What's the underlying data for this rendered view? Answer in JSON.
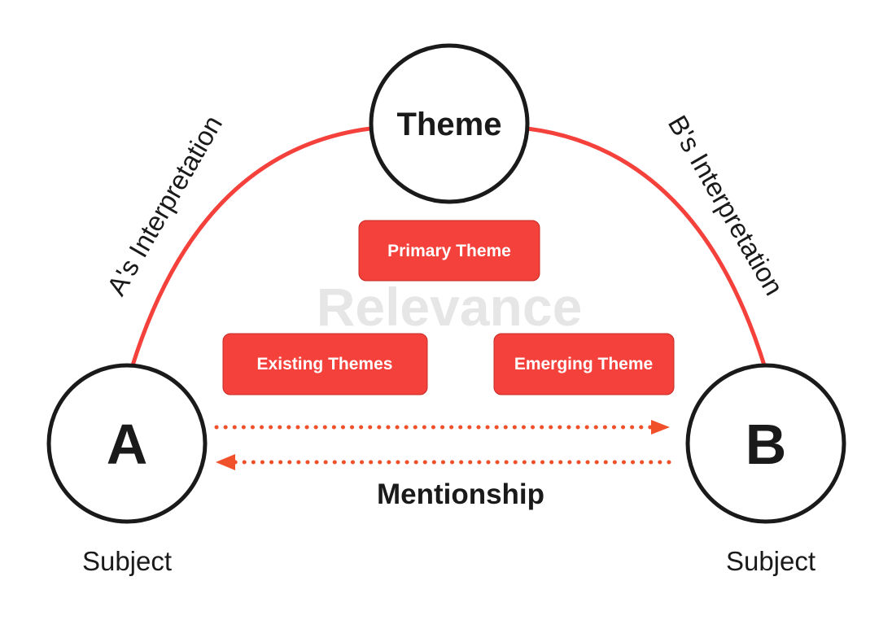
{
  "nodes": {
    "theme": "Theme",
    "a": "A",
    "b": "B"
  },
  "captions": {
    "a": "Subject",
    "b": "Subject"
  },
  "arc_labels": {
    "left": "A's Interpretation",
    "right": "B's Interpretation"
  },
  "center": {
    "watermark": "Relevance",
    "themes": {
      "primary": "Primary Theme",
      "existing": "Existing Themes",
      "emerging": "Emerging Theme"
    }
  },
  "relation": {
    "label": "Mentionship"
  },
  "colors": {
    "accent": "#f5413b",
    "arrow": "#f0502a",
    "ink": "#1a1a1a",
    "watermark": "#e6e6e6"
  }
}
